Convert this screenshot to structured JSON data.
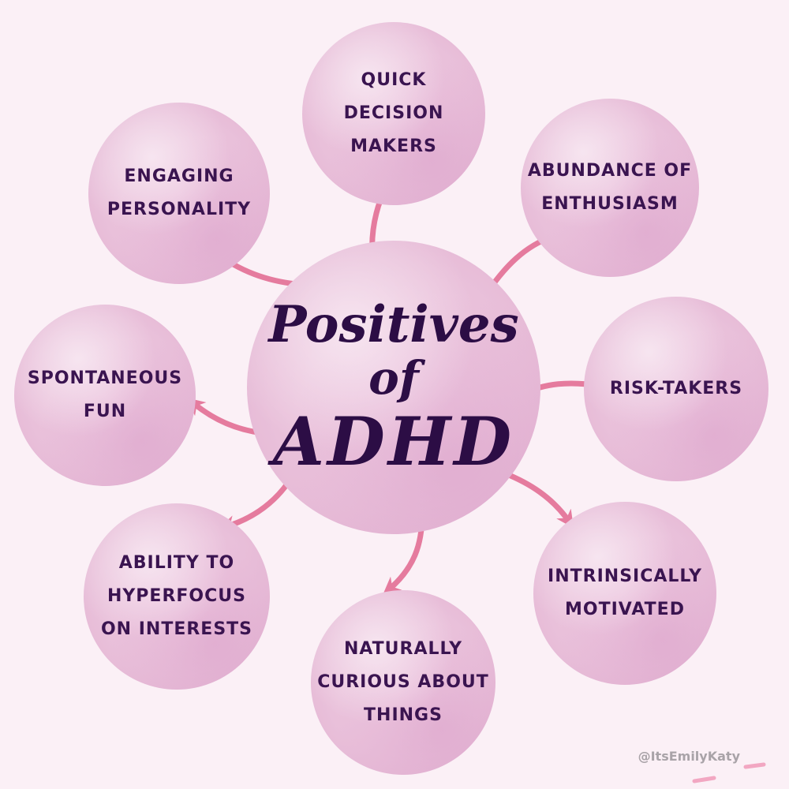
{
  "center": {
    "line1": "Positives",
    "line2": "of",
    "line3": "ADHD"
  },
  "items": [
    {
      "id": "quick-decision-makers",
      "label": "QUICK\nDECISION\nMAKERS"
    },
    {
      "id": "abundance-of-enthusiasm",
      "label": "ABUNDANCE OF\nENTHUSIASM"
    },
    {
      "id": "risk-takers",
      "label": "RISK-TAKERS"
    },
    {
      "id": "intrinsically-motivated",
      "label": "INTRINSICALLY\nMOTIVATED"
    },
    {
      "id": "naturally-curious",
      "label": "NATURALLY\nCURIOUS ABOUT\nTHINGS"
    },
    {
      "id": "ability-to-hyperfocus",
      "label": "ABILITY TO\nHYPERFOCUS\nON INTERESTS"
    },
    {
      "id": "spontaneous-fun",
      "label": "SPONTANEOUS\nFUN"
    },
    {
      "id": "engaging-personality",
      "label": "ENGAGING\nPERSONALITY"
    }
  ],
  "handle": "@ItsEmilyKaty",
  "colors": {
    "background": "#fbf0f6",
    "circle": "#ecc6de",
    "text": "#3a1450",
    "arrow": "#e57b9e"
  }
}
